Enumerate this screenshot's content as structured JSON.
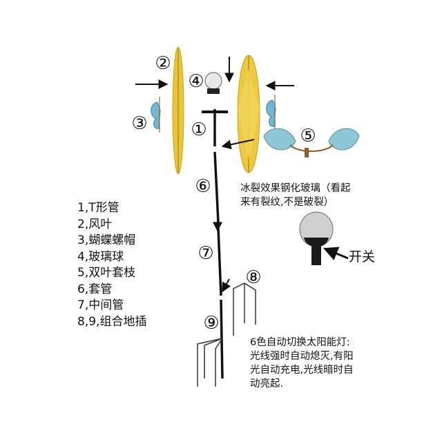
{
  "callouts": [
    "②",
    "④",
    "③",
    "①",
    "⑤",
    "⑥",
    "⑦",
    "⑧",
    "⑨"
  ],
  "legend": [
    "1,T形管",
    "2,风叶",
    "3,蝴蝶螺帽",
    "4,玻璃球",
    "5,双叶套枝",
    "6,套管",
    "7,中间管",
    "8,9,组合地插"
  ],
  "notes": {
    "glass": "冰裂效果钢化玻璃（看起\n来有裂纹,不是破裂）",
    "switch": "开关",
    "light": "6色自动切换太阳能灯:\n光线强时自动熄灭,有阳\n光自动充电,光线暗时自\n动亮起."
  },
  "colors": {
    "line": "#111111",
    "blade": "#e9c53a",
    "leaf": "#8fc7d6",
    "butterfly": "#6fb7d2"
  }
}
